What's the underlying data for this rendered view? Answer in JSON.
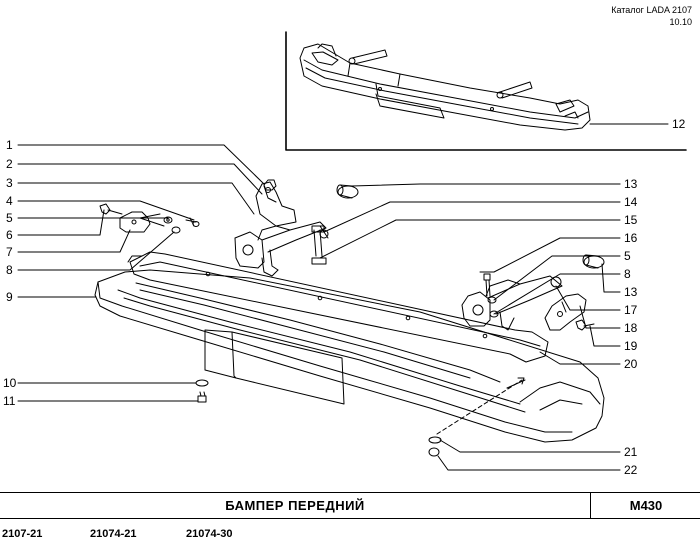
{
  "catalog": {
    "title": "Каталог LADA 2107",
    "date": "10.10"
  },
  "callouts_left": [
    "1",
    "2",
    "3",
    "4",
    "5",
    "6",
    "7",
    "8",
    "9",
    "10",
    "11"
  ],
  "callouts_right": [
    "13",
    "14",
    "15",
    "16",
    "5",
    "8",
    "13",
    "17",
    "18",
    "19",
    "20",
    "21",
    "22"
  ],
  "inset_callout": "12",
  "footer": {
    "title": "БАМПЕР   ПЕРЕДНИЙ",
    "code": "М430"
  },
  "models": [
    "2107-21",
    "21074-21",
    "21074-30"
  ]
}
